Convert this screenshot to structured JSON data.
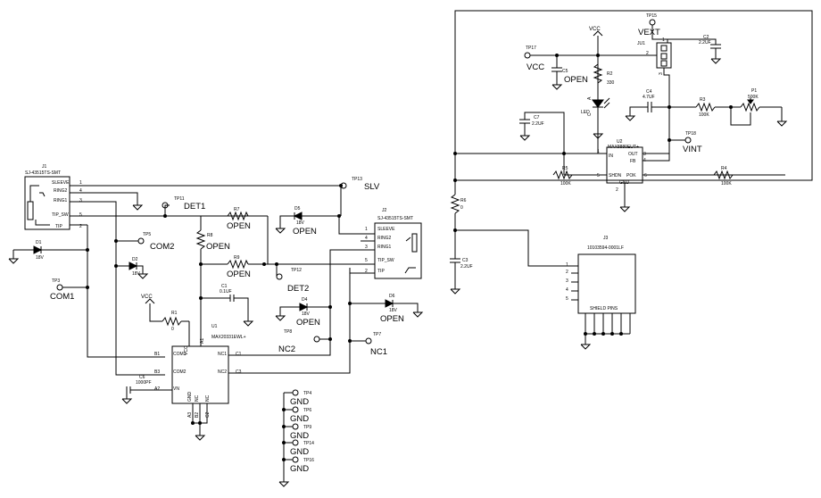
{
  "sheet": {
    "background": "#ffffff",
    "ink": "#000000"
  },
  "j1": {
    "ref": "J1",
    "part": "SJ-43515TS-SMT",
    "pins": [
      "SLEEVE",
      "RING2",
      "RING1",
      "TIP_SW",
      "TIP"
    ],
    "nums": [
      "1",
      "4",
      "3",
      "5",
      "2"
    ]
  },
  "j2": {
    "ref": "J2",
    "part": "SJ-43515TS-SMT",
    "pins": [
      "SLEEVE",
      "RING2",
      "RING1",
      "TIP_SW",
      "TIP"
    ],
    "nums": [
      "1",
      "4",
      "3",
      "5",
      "2"
    ]
  },
  "u1": {
    "ref": "U1",
    "part": "MAX20331EWL+",
    "left": [
      "B1",
      "COM1",
      "B3",
      "COM2",
      "A2",
      "VN"
    ],
    "right": [
      "NC1",
      "C1",
      "NC2",
      "C3"
    ],
    "top": [
      "VCC",
      "A1"
    ],
    "bottom": [
      "GND",
      "NC",
      "NC",
      "A3",
      "B2",
      "C2"
    ]
  },
  "u2": {
    "ref": "U2",
    "part": "MAX8880EUT+",
    "pins": [
      "IN",
      "OUT",
      "FB",
      "SHDN",
      "POK",
      "GND"
    ],
    "nums": [
      "1",
      "3",
      "4",
      "5",
      "6",
      "2"
    ]
  },
  "j3": {
    "ref": "J3",
    "part": "10103594-0001LF",
    "nums": [
      "1",
      "2",
      "3",
      "4",
      "5"
    ],
    "shield": "SHIELD PINS"
  },
  "jumper": {
    "ref": "JU1",
    "nums": [
      "1",
      "2",
      "3"
    ]
  },
  "testpoints": {
    "tp13": {
      "ref": "TP13",
      "net": "SLV"
    },
    "tp11": {
      "ref": "TP11",
      "net": "DET1"
    },
    "tp5": {
      "ref": "TP5",
      "net": "COM2"
    },
    "tp3": {
      "ref": "TP3",
      "net": "COM1"
    },
    "tp12": {
      "ref": "TP12",
      "net": "DET2"
    },
    "tp8": {
      "ref": "TP8",
      "net": "NC2"
    },
    "tp7": {
      "ref": "TP7",
      "net": "NC1"
    },
    "tp15": {
      "ref": "TP15",
      "net": "VEXT"
    },
    "tp17": {
      "ref": "TP17",
      "net": "VCC"
    },
    "tp18": {
      "ref": "TP18",
      "net": "VINT"
    },
    "tp4": {
      "ref": "TP4",
      "net": "GND"
    },
    "tp6": {
      "ref": "TP6",
      "net": "GND"
    },
    "tp9": {
      "ref": "TP9",
      "net": "GND"
    },
    "tp14": {
      "ref": "TP14",
      "net": "GND"
    },
    "tp16": {
      "ref": "TP16",
      "net": "GND"
    }
  },
  "parts": {
    "d1": {
      "ref": "D1",
      "value": "18V"
    },
    "d2": {
      "ref": "D2",
      "value": "18V"
    },
    "d4": {
      "ref": "D4",
      "value": "18V",
      "note": "OPEN"
    },
    "d5": {
      "ref": "D5",
      "value": "18V",
      "note": "OPEN"
    },
    "d6": {
      "ref": "D6",
      "value": "18V",
      "note": "OPEN"
    },
    "r1": {
      "ref": "R1",
      "value": "0"
    },
    "r7": {
      "ref": "R7",
      "value": "OPEN"
    },
    "r8": {
      "ref": "R8",
      "value": "OPEN"
    },
    "r9": {
      "ref": "R9",
      "value": "OPEN"
    },
    "c1": {
      "ref": "C1",
      "value": "0.1UF"
    },
    "c6": {
      "ref": "C6",
      "value": "1000PF"
    },
    "r2": {
      "ref": "R2",
      "value": "330"
    },
    "r3": {
      "ref": "R3",
      "value": "100K"
    },
    "r4": {
      "ref": "R4",
      "value": "100K"
    },
    "r5": {
      "ref": "R5",
      "value": "100K"
    },
    "r6": {
      "ref": "R6",
      "value": "0"
    },
    "p1": {
      "ref": "P1",
      "value": "500K"
    },
    "c2": {
      "ref": "C2",
      "value": "2.2UF"
    },
    "c3": {
      "ref": "C3",
      "value": "2.2UF"
    },
    "c4": {
      "ref": "C4",
      "value": "4.7UF"
    },
    "c5": {
      "ref": "C5",
      "value": "OPEN"
    },
    "c7": {
      "ref": "C7",
      "value": "2.2UF"
    },
    "led": {
      "ref": "LED",
      "pin_a": "A",
      "pin_c": "C"
    }
  },
  "nets": {
    "vcc": "VCC"
  }
}
